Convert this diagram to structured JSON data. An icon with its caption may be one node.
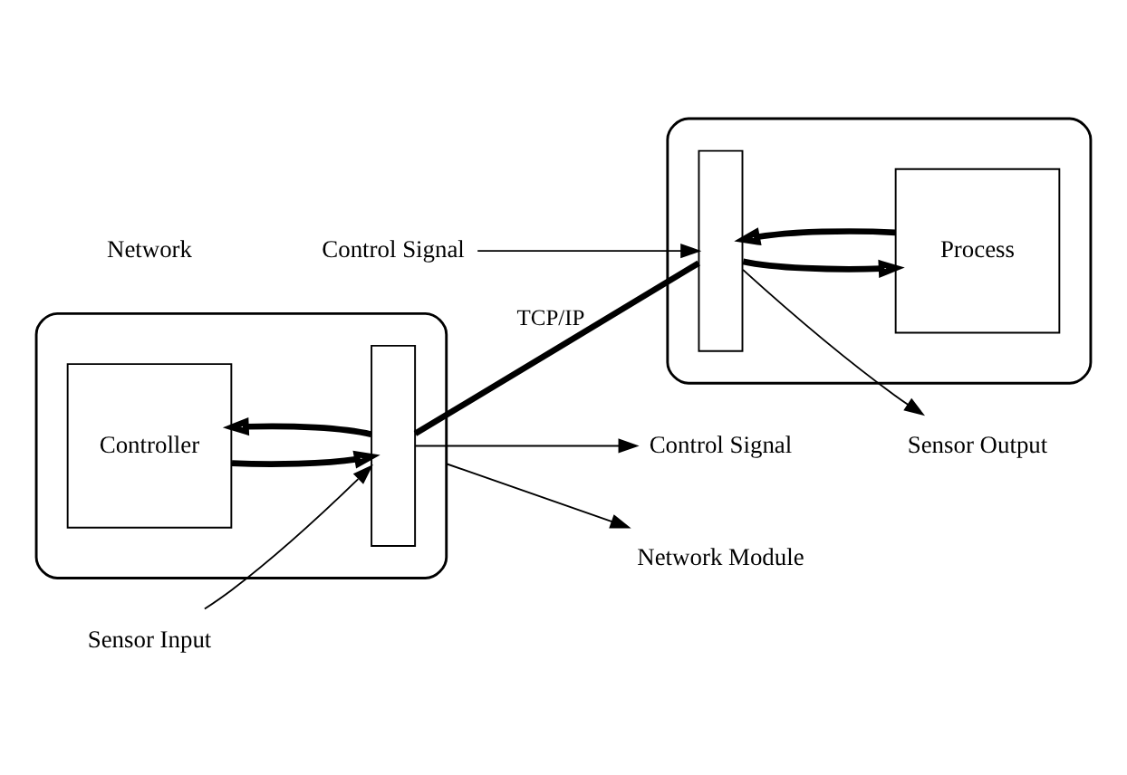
{
  "diagram": {
    "nodes": [
      {
        "text": [],
        "shape": "box"
      },
      {
        "text": [
          "Controller"
        ],
        "in": 0
      },
      {
        "text": [],
        "shape": "bar",
        "in": 0
      },
      {
        "text": [],
        "shape": "box"
      },
      {
        "text": [],
        "shape": "bar",
        "in": 3
      },
      {
        "text": [
          "Process"
        ],
        "in": 3
      },
      {
        "text": [
          "Sensor Input"
        ]
      },
      {
        "text": [
          "Control Signal"
        ]
      },
      {
        "text": [
          "Network Module"
        ]
      },
      {
        "text": [
          "Sensor Output"
        ]
      },
      {
        "text": [
          "Control Signal"
        ]
      }
    ],
    "edges": [
      {
        "from": 1,
        "to": 2,
        "arrow": "to",
        "style": "thick"
      },
      {
        "from": 2,
        "to": 1,
        "arrow": "to",
        "style": "thick"
      },
      {
        "from": 6,
        "to": 2,
        "arrow": "to"
      },
      {
        "from": 2,
        "to": 7,
        "arrow": "to"
      },
      {
        "from": 0,
        "to": 8,
        "arrow": "to"
      },
      {
        "from": 2,
        "to": 4,
        "arrow": "none",
        "label": "TCP/IP",
        "style": "thick"
      },
      {
        "from": 4,
        "to": 5,
        "arrow": "to",
        "style": "thick"
      },
      {
        "from": 5,
        "to": 4,
        "arrow": "to",
        "style": "thick"
      },
      {
        "from": 4,
        "to": 9,
        "arrow": "to"
      },
      {
        "from": 10,
        "to": 4,
        "arrow": "to"
      }
    ],
    "labels": [
      "Network"
    ]
  }
}
